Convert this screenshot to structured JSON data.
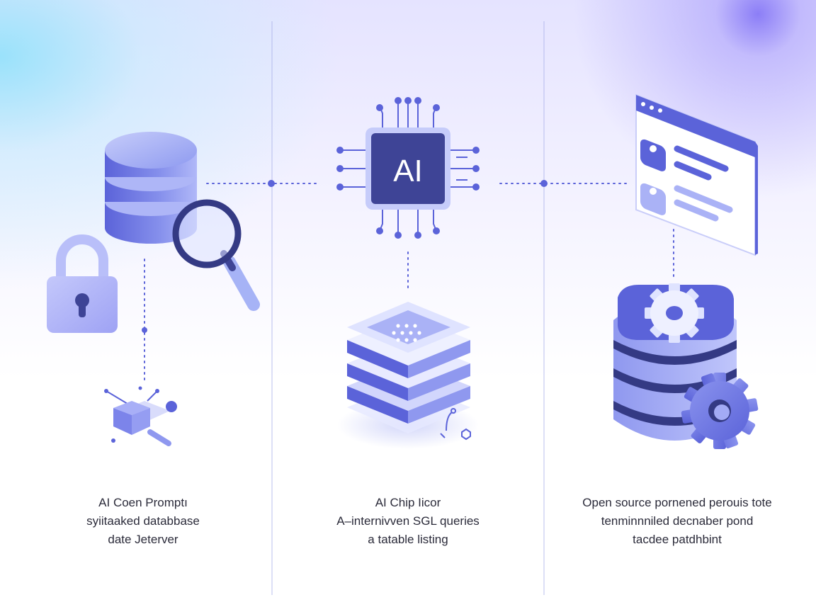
{
  "chip": {
    "label": "AI"
  },
  "captions": [
    {
      "line1": "AI Coen Promptı",
      "line2": "syiitaaked databbase",
      "line3": "date Jeterver"
    },
    {
      "line1": "AI Chip Iicor",
      "line2": "A–internivven SGL  queries",
      "line3": "a tatable listing"
    },
    {
      "line1": "Open source pornened perouis tote",
      "line2": "tenminnniled decnaber pond",
      "line3": "tacdee patdhbint"
    }
  ],
  "colors": {
    "primary": "#5b63d9",
    "primary_dark": "#3e4496",
    "light": "#a9b3f6",
    "pale": "#dde1ff",
    "lavender": "#9d8ff0"
  }
}
